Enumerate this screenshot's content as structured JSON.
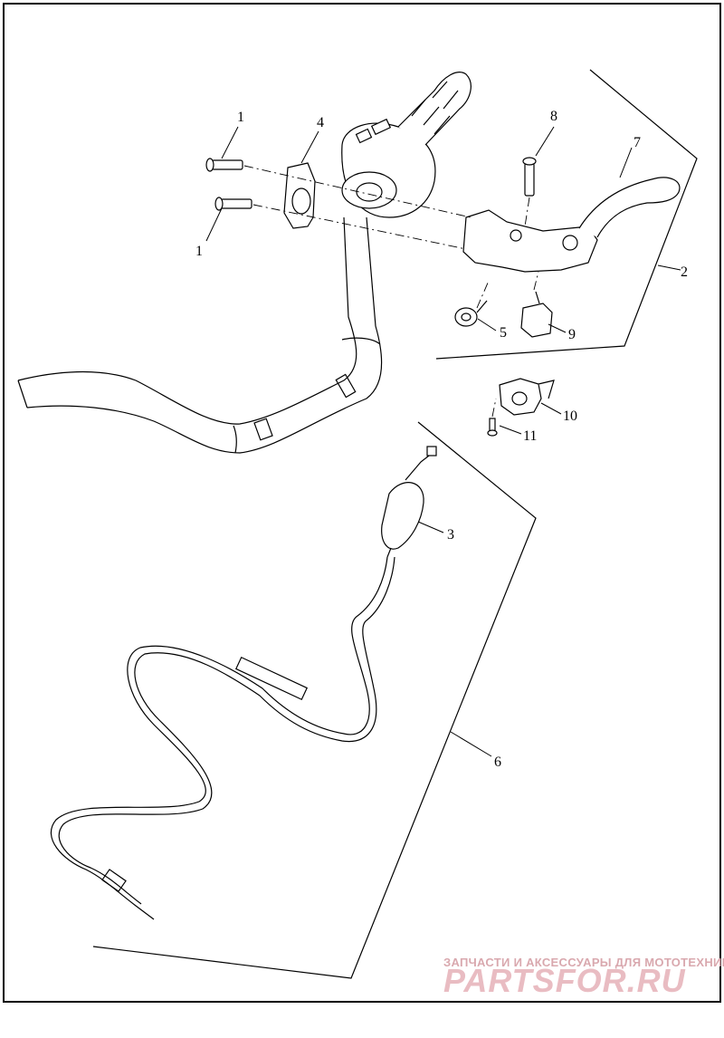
{
  "callouts": {
    "c1a": "1",
    "c1b": "1",
    "c2": "2",
    "c3": "3",
    "c4": "4",
    "c5": "5",
    "c6": "6",
    "c7": "7",
    "c8": "8",
    "c9": "9",
    "c10": "10",
    "c11": "11"
  },
  "watermark": {
    "tagline": "ЗАПЧАСТИ И АКСЕССУАРЫ ДЛЯ МОТОТЕХНИКИ",
    "brand": "PARTSFOR.RU"
  },
  "colors": {
    "line": "#000000",
    "watermark": "#e3b3b9"
  }
}
